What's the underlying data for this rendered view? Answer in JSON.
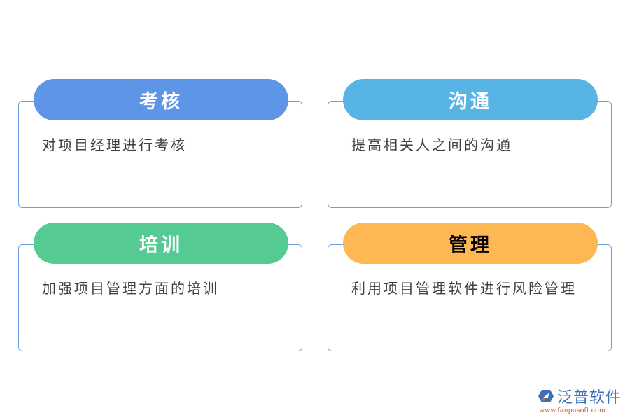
{
  "cards": [
    {
      "title": "考核",
      "description": "对项目经理进行考核",
      "pill_color": "#5e95e6",
      "title_color": "#ffffff"
    },
    {
      "title": "沟通",
      "description": "提高相关人之间的沟通",
      "pill_color": "#57b4e4",
      "title_color": "#ffffff"
    },
    {
      "title": "培训",
      "description": "加强项目管理方面的培训",
      "pill_color": "#55ca93",
      "title_color": "#ffffff"
    },
    {
      "title": "管理",
      "description": "利用项目管理软件进行风险管理",
      "pill_color": "#fdb853",
      "title_color": "#000000"
    }
  ],
  "logo": {
    "name": "泛普软件",
    "url": "www.fanpusoft.com"
  },
  "colors": {
    "border": "#6d9de3",
    "text": "#3f3f3f"
  }
}
